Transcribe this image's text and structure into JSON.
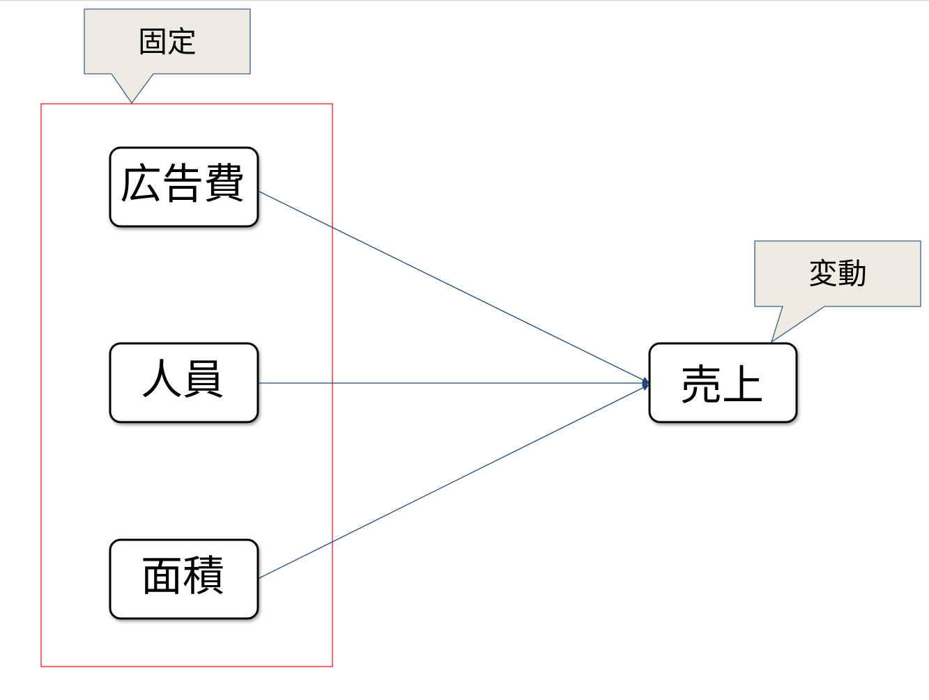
{
  "callouts": {
    "fixed": "固定",
    "variable": "変動"
  },
  "nodes": {
    "advertising": "広告費",
    "staff": "人員",
    "area": "面積",
    "sales": "売上"
  },
  "colors": {
    "arrow": "#1f497d",
    "group_border": "#e8383d",
    "callout_fill": "#eeece1",
    "callout_border": "#385d8a"
  }
}
